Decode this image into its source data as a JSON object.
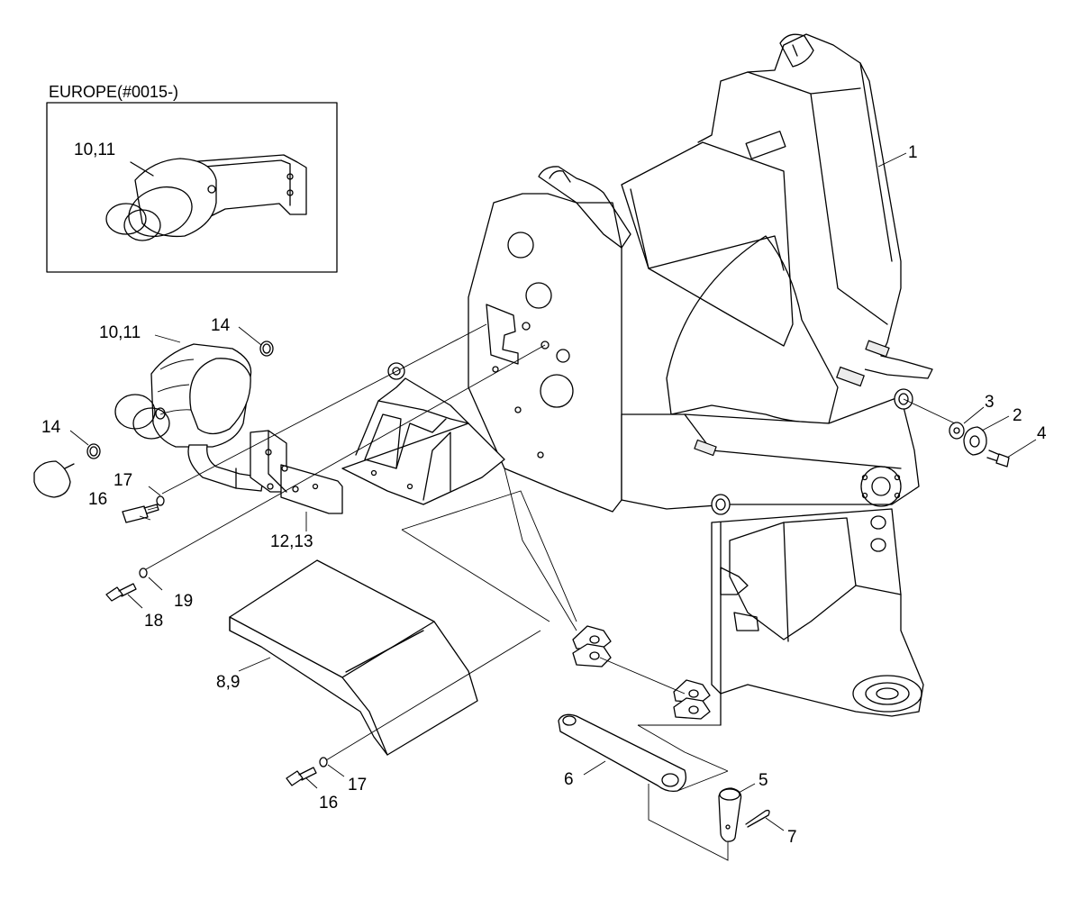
{
  "inset": {
    "title": "EUROPE(#0015-)",
    "callout": "10,11"
  },
  "labels": {
    "frame": "1",
    "bushing": "2",
    "washer": "3",
    "bolt_top": "4",
    "pin": "5",
    "link": "6",
    "cotter": "7",
    "cover": "8,9",
    "protector": "10,11",
    "ring_top": "14",
    "ring_left": "14",
    "bolt_mid": "16",
    "bolt_bottom": "16",
    "washer_mid": "17",
    "washer_bottom": "17",
    "bracket": "12,13",
    "bolt_lower": "18",
    "washer_lower": "19"
  }
}
